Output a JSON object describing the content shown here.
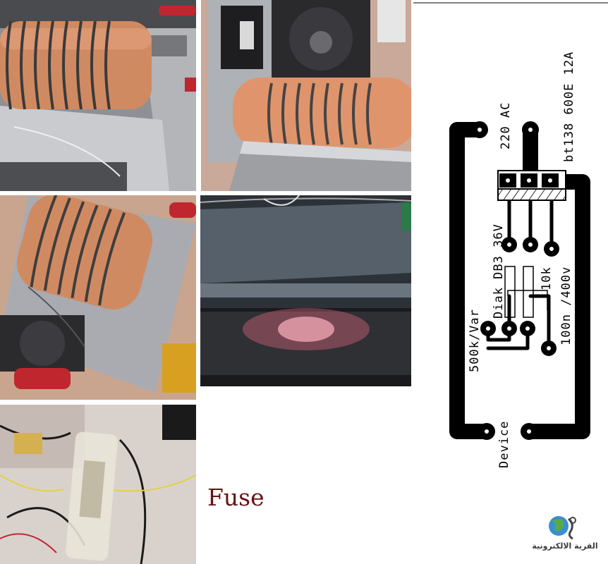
{
  "pcb": {
    "labels": {
      "triac": "bt138 600E 12A",
      "supply": "220 AC",
      "diac": "Diak DB3 36V",
      "resistor": "10k",
      "capacitor": "100n /400v",
      "pot": "500k/Var",
      "device": "Device"
    }
  },
  "fuse_label": "Fuse",
  "logo": {
    "text": "القرية الالكترونية"
  },
  "colors": {
    "copper": "#000000",
    "coil_clay": "#d08a62",
    "chassis": "#a6a8ac",
    "glow": "#ff7090",
    "fuse_text": "#6a1212"
  }
}
